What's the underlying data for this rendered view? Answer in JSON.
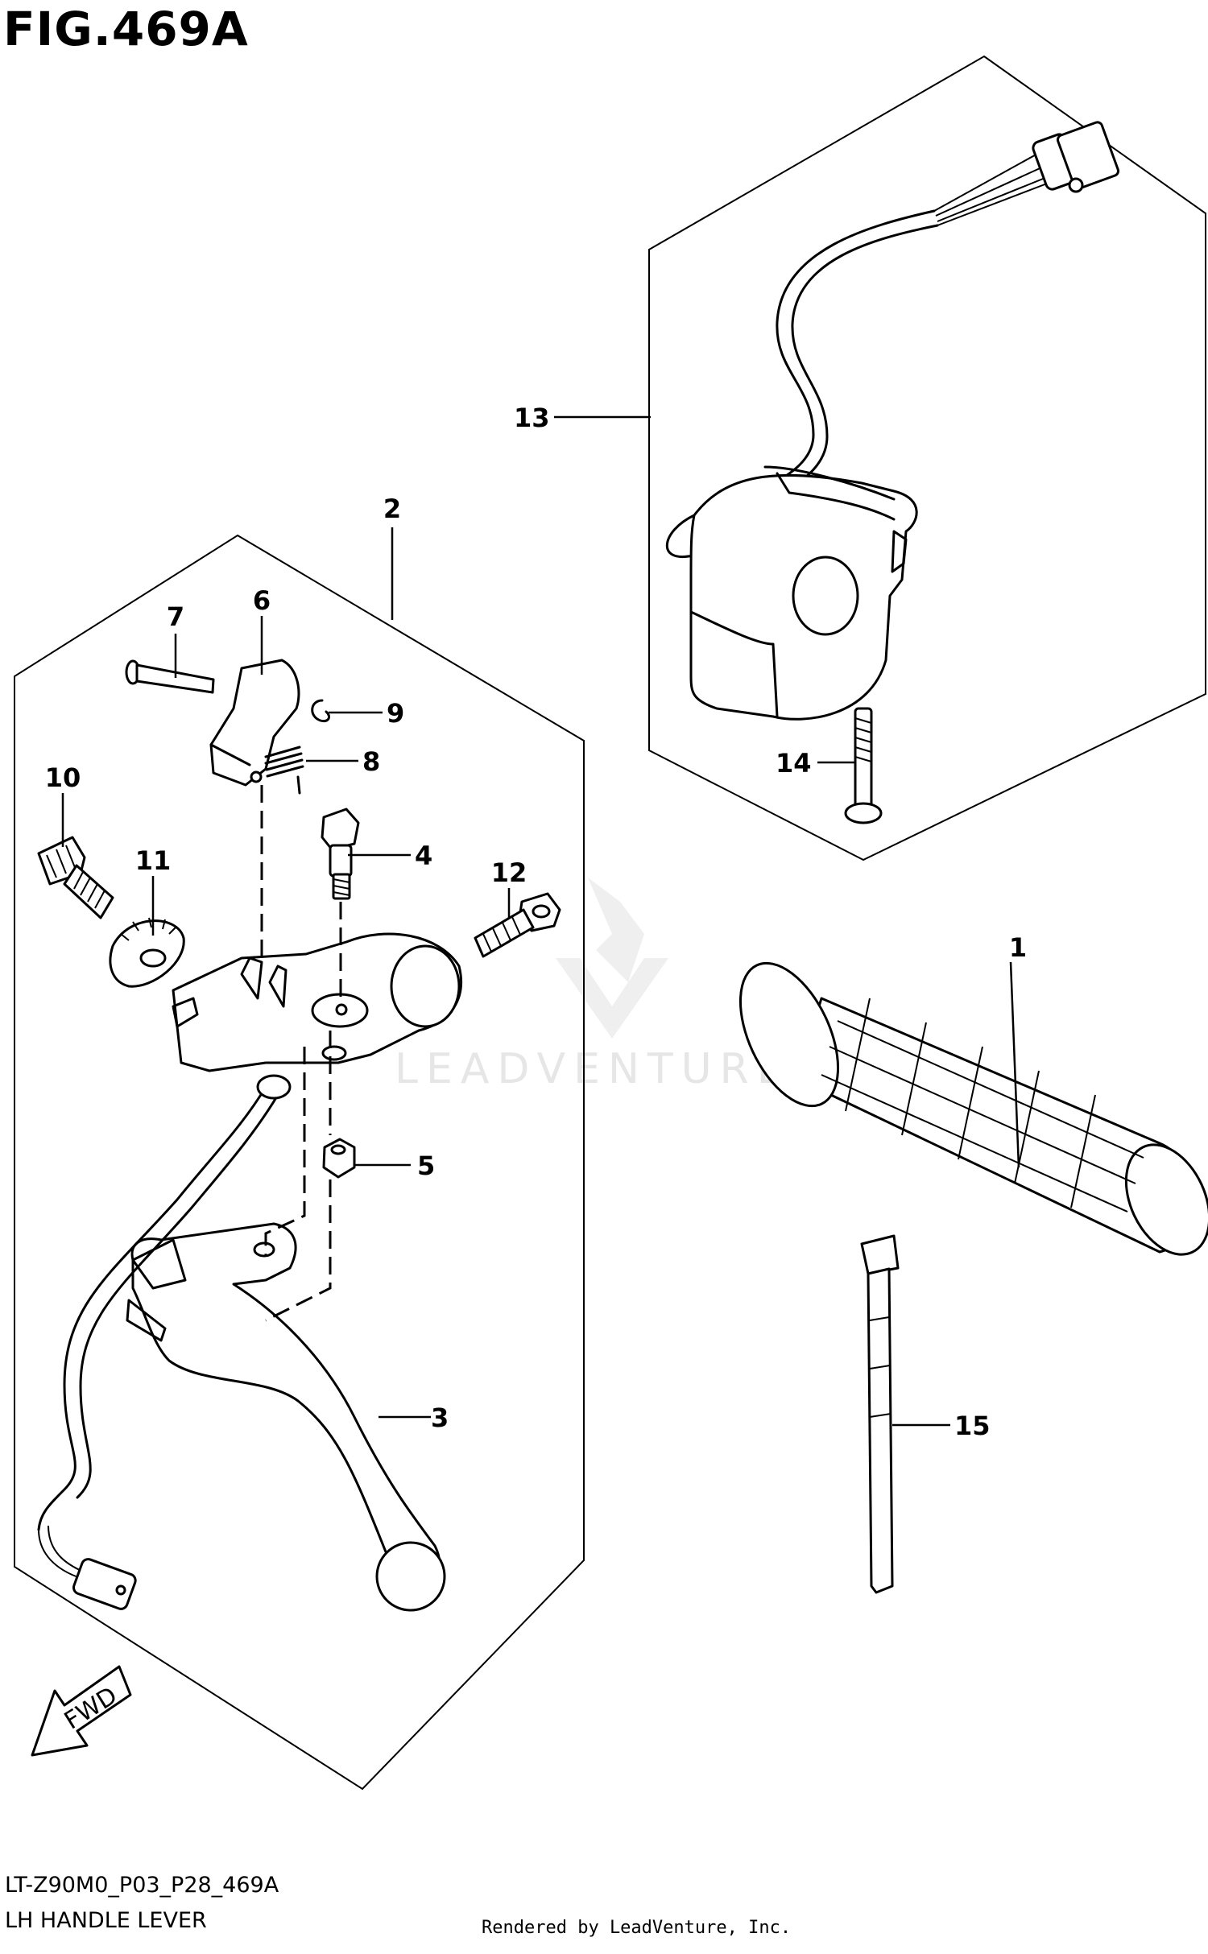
{
  "figure": {
    "title": "FIG.469A",
    "code": "LT-Z90M0_P03_P28_469A",
    "name": "LH HANDLE LEVER",
    "rendered_by": "Rendered by LeadVenture, Inc.",
    "watermark": "LEADVENTURE",
    "direction_label": "FWD"
  },
  "callouts": [
    "1",
    "2",
    "3",
    "4",
    "5",
    "6",
    "7",
    "8",
    "9",
    "10",
    "11",
    "12",
    "13",
    "14",
    "15"
  ]
}
